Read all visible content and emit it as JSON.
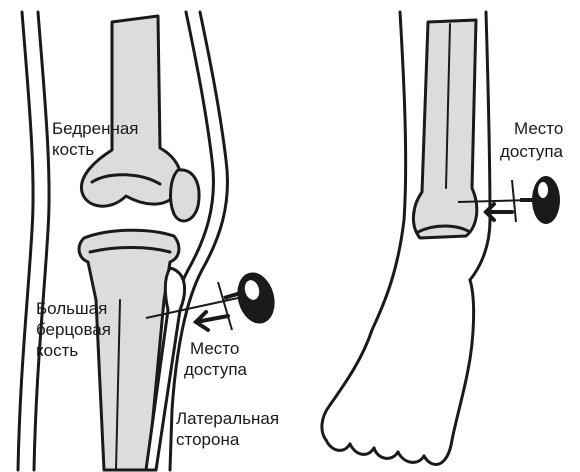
{
  "labels": {
    "femur": [
      "Бедренная",
      "кость"
    ],
    "tibia": [
      "Большая",
      "берцовая",
      "кость"
    ],
    "knee_access": [
      "Место",
      "доступа"
    ],
    "lateral": [
      "Латеральная",
      "сторона"
    ],
    "ankle_access": [
      "Место",
      "доступа"
    ]
  },
  "colors": {
    "bone_fill": "#dcdcdc",
    "outline": "#1a1a1a",
    "needle_handle": "#1a1a1a"
  },
  "icons": {
    "needle": "intraosseous-needle-icon",
    "arrow": "insertion-arrow-icon"
  }
}
